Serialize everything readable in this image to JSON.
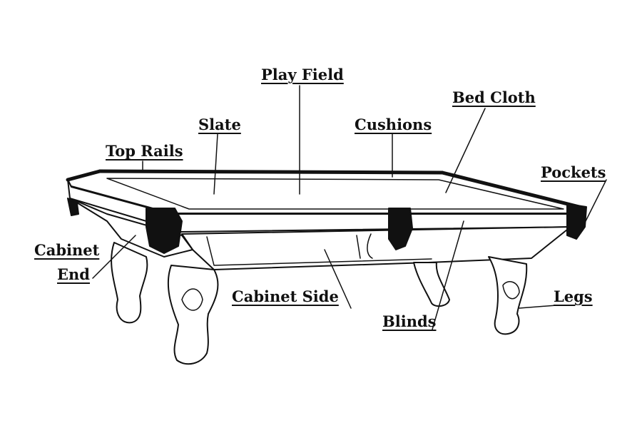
{
  "diagram": {
    "labels": {
      "play_field": "Play Field",
      "bed_cloth": "Bed Cloth",
      "slate": "Slate",
      "cushions": "Cushions",
      "top_rails": "Top Rails",
      "pockets": "Pockets",
      "cabinet_end_line1": "Cabinet",
      "cabinet_end_line2": "End",
      "cabinet_side": "Cabinet Side",
      "legs": "Legs",
      "blinds": "Blinds"
    }
  }
}
